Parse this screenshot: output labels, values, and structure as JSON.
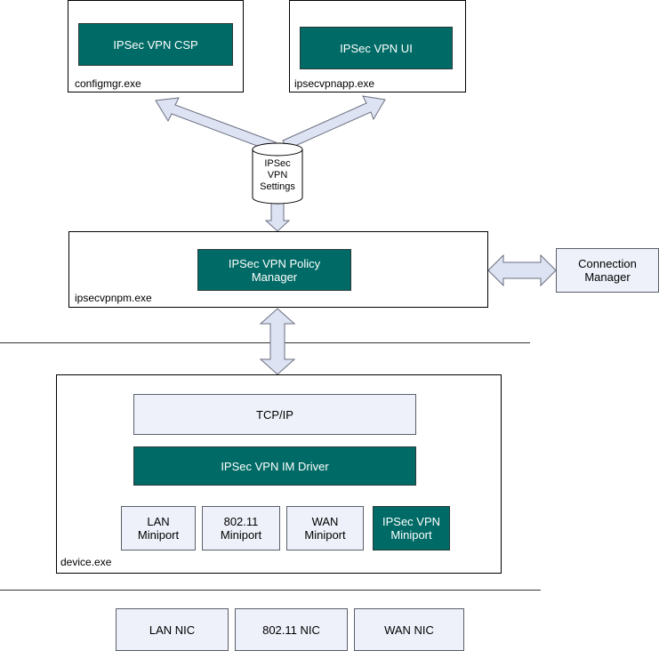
{
  "processes": {
    "configmgr": {
      "label": "configmgr.exe",
      "component": "IPSec VPN CSP"
    },
    "ipsecvpnapp": {
      "label": "ipsecvpnapp.exe",
      "component": "IPSec VPN UI"
    },
    "ipsecvpnpm": {
      "label": "ipsecvpnpm.exe",
      "component": "IPSec VPN Policy\nManager"
    },
    "device": {
      "label": "device.exe"
    }
  },
  "settings_store": {
    "label": "IPSec\nVPN\nSettings"
  },
  "connection_manager": {
    "label": "Connection\nManager"
  },
  "device_stack": {
    "tcpip": "TCP/IP",
    "im_driver": "IPSec VPN IM Driver",
    "miniports": [
      "LAN\nMiniport",
      "802.11\nMiniport",
      "WAN\nMiniport",
      "IPSec VPN\nMiniport"
    ]
  },
  "nics": [
    "LAN NIC",
    "802.11 NIC",
    "WAN NIC"
  ],
  "colors": {
    "teal": "#006b66",
    "light": "#eef1fa",
    "arrow_fill": "#dde3f2",
    "arrow_stroke": "#6a6f80"
  }
}
